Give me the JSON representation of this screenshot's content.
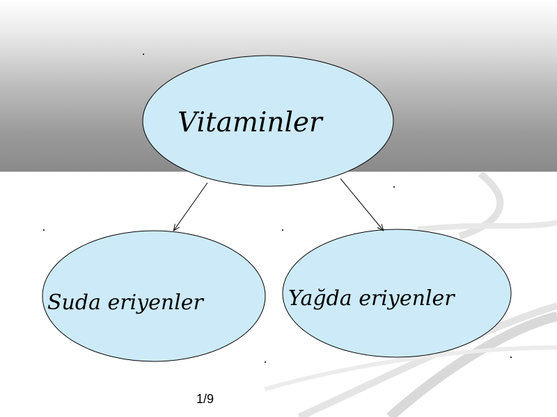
{
  "slide": {
    "page_number": "1/9"
  },
  "diagram": {
    "root": {
      "label": "Vitaminler"
    },
    "children": [
      {
        "label": "Suda eriyenler"
      },
      {
        "label": "Yağda eriyenler"
      }
    ]
  },
  "colors": {
    "node_fill": "#cdeaf8",
    "node_stroke": "#000000",
    "arrow": "#000000"
  }
}
